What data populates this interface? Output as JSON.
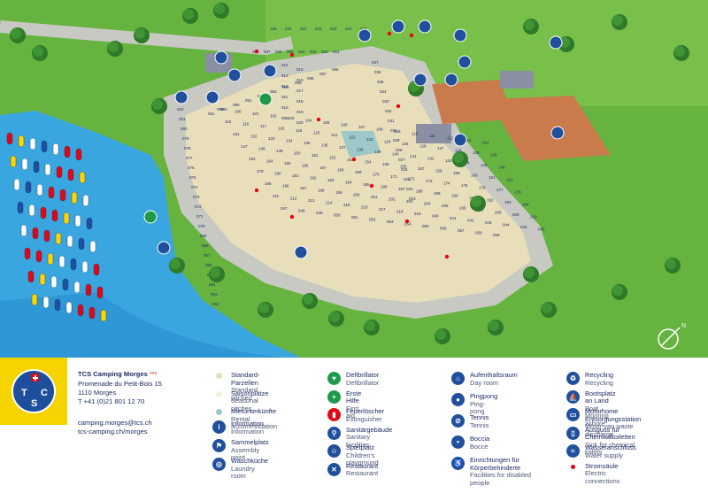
{
  "colors": {
    "grass": "#67b33f",
    "grass_light": "#79c04b",
    "water": "#3aa6df",
    "water_dark": "#1f87c9",
    "path": "#c7c9c2",
    "pitch_standard": "#e8dfba",
    "pitch_seasonal": "#f4efd8",
    "rental": "#9ec9c9",
    "tennis": "#c97b4c",
    "building": "#8a8fa4",
    "icon_blue": "#1f4f9d",
    "icon_green": "#1e9a4a",
    "icon_red": "#e30613",
    "electric": "#e30613",
    "text_navy": "#1d2b63",
    "logo_yellow": "#f5d400"
  },
  "map": {
    "pitch_numbers": [
      "226",
      "225",
      "224",
      "223",
      "222",
      "221",
      "220",
      "008",
      "007",
      "006",
      "005",
      "004",
      "003",
      "002",
      "001",
      "014",
      "013",
      "012",
      "011",
      "010",
      "009",
      "015",
      "016",
      "017",
      "018",
      "019",
      "020",
      "037",
      "036",
      "035",
      "034",
      "033",
      "032",
      "031",
      "030",
      "029",
      "028",
      "027",
      "026",
      "025",
      "024",
      "023",
      "022",
      "021",
      "080",
      "079",
      "078",
      "077",
      "076",
      "075",
      "074",
      "073",
      "072",
      "071",
      "070",
      "069",
      "068",
      "067",
      "066",
      "065",
      "064",
      "063",
      "062",
      "061",
      "060",
      "090",
      "091",
      "092",
      "093",
      "094",
      "095",
      "096",
      "097",
      "098",
      "099",
      "100",
      "101",
      "102",
      "103",
      "104",
      "105",
      "106",
      "107",
      "108",
      "109",
      "110",
      "111",
      "112",
      "113",
      "114",
      "115",
      "116",
      "117",
      "118",
      "119",
      "120",
      "121",
      "122",
      "123",
      "124",
      "125",
      "126",
      "127",
      "128",
      "129",
      "130",
      "131",
      "132",
      "133",
      "134",
      "135",
      "136",
      "137",
      "138",
      "139",
      "140",
      "141",
      "142",
      "143",
      "144",
      "145",
      "146",
      "147",
      "148",
      "149",
      "150",
      "151",
      "152",
      "153",
      "154",
      "155",
      "156",
      "157",
      "158",
      "159",
      "160",
      "161",
      "162",
      "163",
      "164",
      "165",
      "166",
      "167",
      "168",
      "169",
      "170",
      "171",
      "172",
      "173",
      "174",
      "175",
      "176",
      "177",
      "178",
      "179",
      "180",
      "181",
      "182",
      "183",
      "184",
      "185",
      "186",
      "187",
      "188",
      "189",
      "190",
      "191",
      "192",
      "193",
      "194",
      "195",
      "196",
      "197",
      "198",
      "199",
      "200",
      "201",
      "202",
      "203",
      "204",
      "205",
      "206",
      "207",
      "208",
      "209",
      "210",
      "211",
      "212",
      "213",
      "214",
      "215",
      "216",
      "217",
      "218",
      "219",
      "040",
      "041",
      "042",
      "043",
      "044",
      "045",
      "046",
      "047",
      "048",
      "049",
      "050",
      "051",
      "052",
      "053",
      "054",
      "055",
      "056",
      "057",
      "058",
      "059"
    ],
    "icons": [
      "information-icon",
      "tennis-icon",
      "boccia-icon",
      "recycling-icon",
      "restaurant-icon",
      "firstaid-icon",
      "pingpong-icon",
      "playground-icon",
      "sanitary-icon",
      "laundry-icon",
      "dayroom-icon",
      "chemical-toilet-icon",
      "water-icon",
      "motorhome-icon",
      "boat-icon",
      "assembly-icon",
      "defibrillator-icon",
      "disabled-icon",
      "extinguisher-icon"
    ],
    "compass_icon": "compass-icon"
  },
  "camp": {
    "name": "TCS Camping Morges",
    "stars": "***",
    "street": "Promenade du Petit-Bois 15",
    "city": "1110 Morges",
    "phone": "T +41 (0)21 801 12 70",
    "email": "camping.morges@tcs.ch",
    "web": "tcs-camping.ch/morges"
  },
  "logo": {
    "t": "T",
    "c": "C",
    "s": "S"
  },
  "legend": {
    "col1": [
      {
        "kind": "pitch",
        "color": "#e8dfba",
        "title": "Standard-Parzellen",
        "sub": "Standard pitches"
      },
      {
        "kind": "pitch",
        "color": "#f4efd8",
        "title": "Saisonplätze",
        "sub": "Seasonal pitches"
      },
      {
        "kind": "pitch",
        "color": "#9ec9c9",
        "title": "Mietunterkünfte",
        "sub": "Rental accommodation"
      },
      {
        "kind": "icon",
        "tone": "blue",
        "glyph": "i",
        "icon": "information-icon",
        "title": "Information",
        "sub": "Information"
      },
      {
        "kind": "icon",
        "tone": "blue",
        "glyph": "⚑",
        "icon": "assembly-icon",
        "title": "Sammelplatz",
        "sub": "Assembly point"
      },
      {
        "kind": "icon",
        "tone": "blue",
        "glyph": "◎",
        "icon": "laundry-icon",
        "title": "Waschküche",
        "sub": "Laundry room"
      }
    ],
    "col2": [
      {
        "kind": "icon",
        "tone": "green",
        "glyph": "♥",
        "icon": "defibrillator-icon",
        "title": "Defibrillator",
        "sub": "Defibrillator"
      },
      {
        "kind": "icon",
        "tone": "green",
        "glyph": "+",
        "icon": "firstaid-icon",
        "title": "Erste Hilfe",
        "sub": "First aid"
      },
      {
        "kind": "icon",
        "tone": "red",
        "glyph": "▮",
        "icon": "extinguisher-icon",
        "title": "Feuerlöscher",
        "sub": "Extinguisher"
      },
      {
        "kind": "icon",
        "tone": "blue",
        "glyph": "⚲",
        "icon": "sanitary-icon",
        "title": "Sanitärgebäude",
        "sub": "Sanitary facilities"
      },
      {
        "kind": "icon",
        "tone": "blue",
        "glyph": "☺",
        "icon": "playground-icon",
        "title": "Spielplatz",
        "sub": "Children's playground"
      },
      {
        "kind": "icon",
        "tone": "blue",
        "glyph": "✕",
        "icon": "restaurant-icon",
        "title": "Restaurant",
        "sub": "Restaurant"
      }
    ],
    "col3": [
      {
        "kind": "icon",
        "tone": "blue",
        "glyph": "⌂",
        "icon": "dayroom-icon",
        "title": "Aufenthaltsraum",
        "sub": "Day room"
      },
      {
        "kind": "icon",
        "tone": "blue",
        "glyph": "●",
        "icon": "pingpong-icon",
        "title": "Pingpong",
        "sub": "Ping-pong"
      },
      {
        "kind": "icon",
        "tone": "blue",
        "glyph": "⊘",
        "icon": "tennis-icon",
        "title": "Tennis",
        "sub": "Tennis"
      },
      {
        "kind": "icon",
        "tone": "blue",
        "glyph": "∘",
        "icon": "boccia-icon",
        "title": "Boccia",
        "sub": "Bocce"
      },
      {
        "kind": "icon",
        "tone": "blue",
        "glyph": "♿",
        "icon": "disabled-icon",
        "title": "Einrichtungen für Körperbehinderte",
        "sub": "Facilities for disabled people"
      }
    ],
    "col4": [
      {
        "kind": "icon",
        "tone": "blue",
        "glyph": "♻",
        "icon": "recycling-icon",
        "title": "Recycling",
        "sub": "Recycling"
      },
      {
        "kind": "icon",
        "tone": "blue",
        "glyph": "⛵",
        "icon": "boat-icon",
        "title": "Bootsplatz an Land",
        "sub": "Boat Mooring ashore"
      },
      {
        "kind": "icon",
        "tone": "blue",
        "glyph": "▭",
        "icon": "motorhome-icon",
        "title": "Motorhome Entsorgungsstation",
        "sub": "Motor-van waste discharge"
      },
      {
        "kind": "icon",
        "tone": "blue",
        "glyph": "▯",
        "icon": "chemical-toilet-icon",
        "title": "Ausguss für Chemikaltoiletten",
        "sub": "Sink for chemical toilets"
      },
      {
        "kind": "icon",
        "tone": "blue",
        "glyph": "≈",
        "icon": "water-icon",
        "title": "Wasseranschluss",
        "sub": "Water supply"
      },
      {
        "kind": "dot",
        "color": "#e30613",
        "title": "Stromsäule",
        "sub": "Electric connections"
      }
    ]
  }
}
